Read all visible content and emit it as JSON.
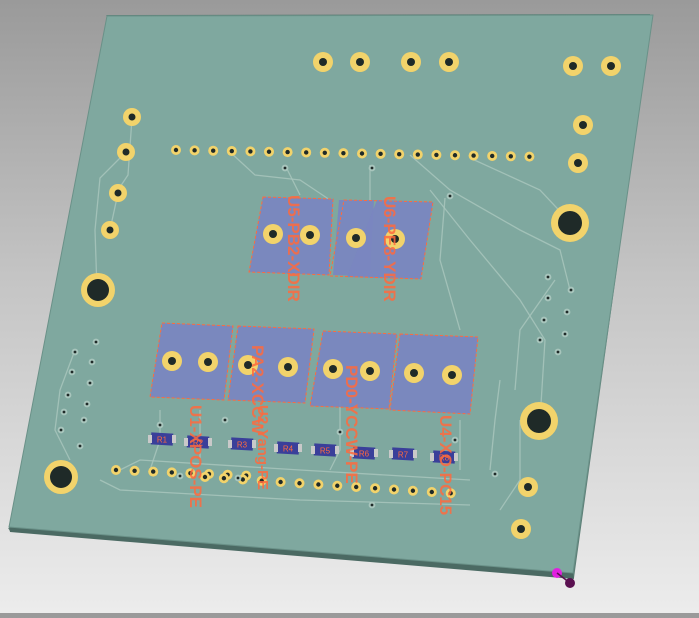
{
  "viewport": {
    "background_top": "#9a9a9a",
    "background_bottom": "#ececec"
  },
  "board": {
    "color": "#7fa89f",
    "edge_color": "#5d7f77",
    "trace_color": "#a8c5bc",
    "pad_color": "#f2d36b",
    "drill_color": "#1f2a28",
    "silk_color": "#ff6a3d",
    "pad_block_color": "#7a86c0"
  },
  "components": {
    "resistors": [
      {
        "ref": "R1",
        "label": "R1"
      },
      {
        "ref": "R2",
        "label": "R2"
      },
      {
        "ref": "R3",
        "label": "R3"
      },
      {
        "ref": "R4",
        "label": "R4"
      },
      {
        "ref": "R5",
        "label": "R5"
      },
      {
        "ref": "R6",
        "label": "R6"
      },
      {
        "ref": "R7",
        "label": "R7"
      },
      {
        "ref": "R8",
        "label": "R8"
      }
    ],
    "silkscreen": [
      {
        "id": "u5",
        "text": "U5-PB2-XDIR"
      },
      {
        "id": "u6",
        "text": "U6-PE8-YDIR"
      },
      {
        "id": "u1",
        "text": "U1-XPOS-PE"
      },
      {
        "id": "pa2",
        "text": "PA2-XCCW"
      },
      {
        "id": "yang",
        "text": "U2-Yang-PE"
      },
      {
        "id": "pd",
        "text": "PD0-YCCW-PE"
      },
      {
        "id": "u4",
        "text": "U4-XO-PC15"
      }
    ]
  },
  "markers": {
    "origin_color": "#e020e0",
    "origin_dark": "#5a1050"
  }
}
